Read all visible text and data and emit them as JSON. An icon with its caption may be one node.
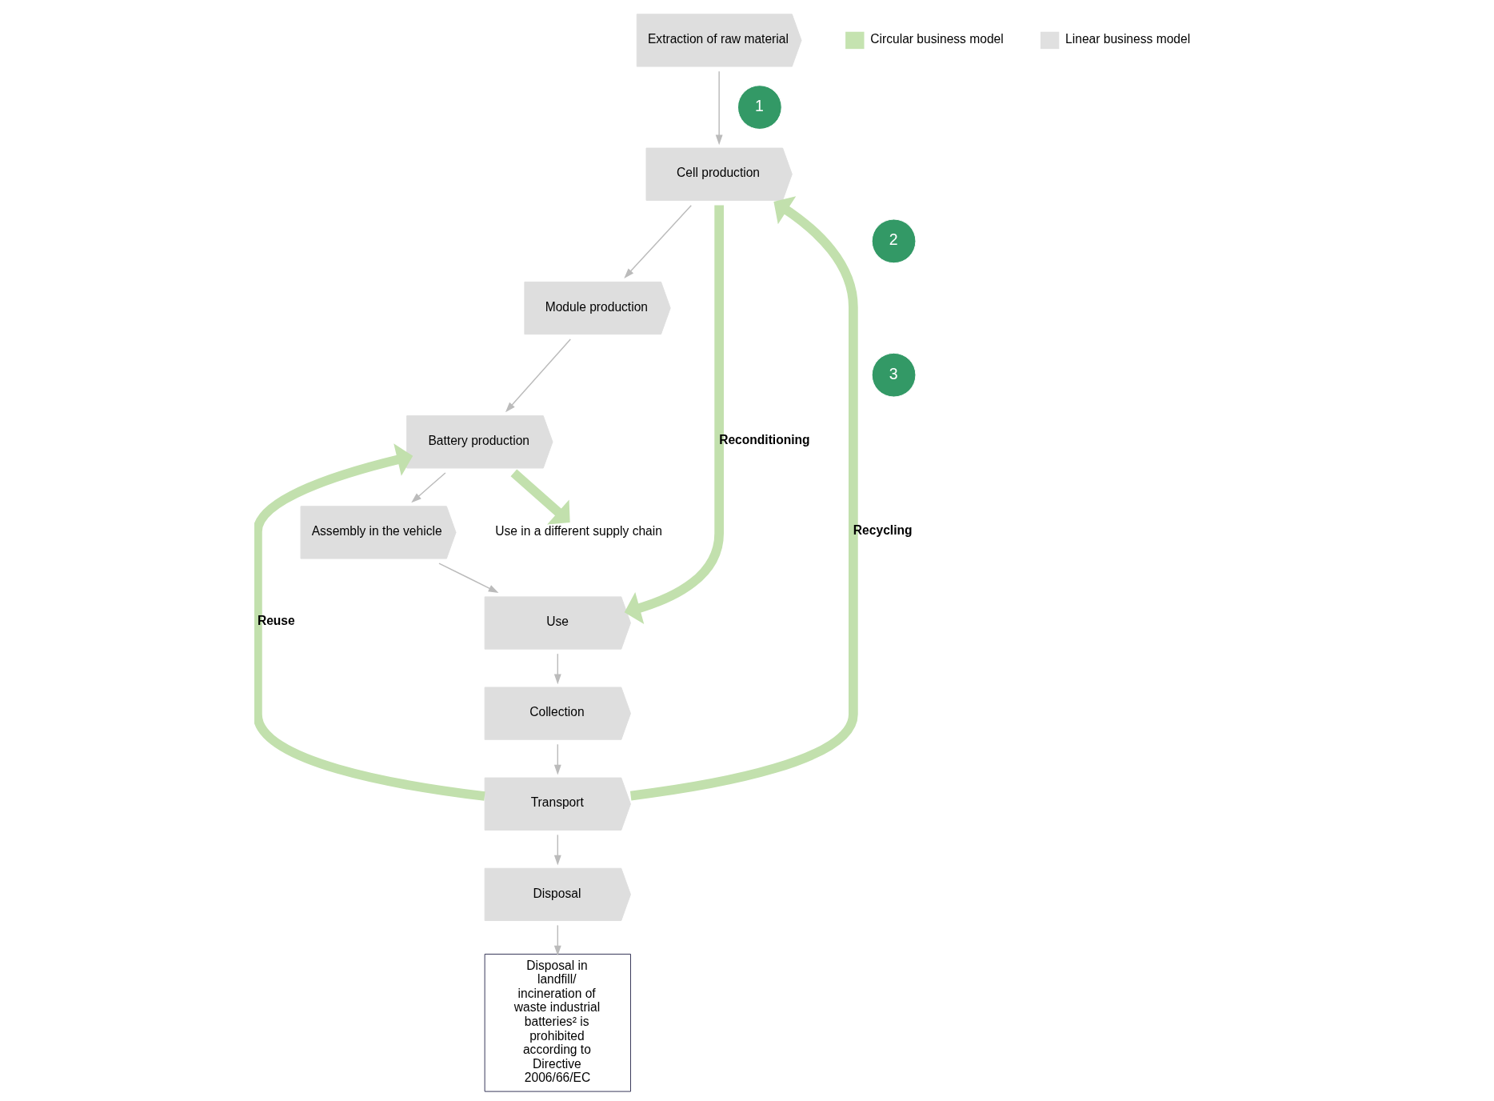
{
  "diagram": {
    "nodes": [
      {
        "text": [
          "Extraction of raw material"
        ]
      },
      {
        "text": [
          "Cell production"
        ]
      },
      {
        "text": [
          "Module production"
        ]
      },
      {
        "text": [
          "Battery production"
        ]
      },
      {
        "text": [
          "Assembly in the vehicle"
        ]
      },
      {
        "text": [
          "Use"
        ]
      },
      {
        "text": [
          "Collection"
        ]
      },
      {
        "text": [
          "Transport"
        ]
      },
      {
        "text": [
          "Disposal"
        ]
      },
      {
        "text": [
          "Disposal in landfill/ incineration of waste industrial batteries² is prohibited according to Directive 2006/66/EC"
        ]
      },
      {
        "text": [
          "1"
        ]
      },
      {
        "text": [
          "2"
        ]
      },
      {
        "text": [
          "3"
        ]
      },
      {
        "text": [
          "Use in a different supply chain"
        ]
      }
    ],
    "edges": [
      {
        "from": 0,
        "to": 1,
        "arrow": "to"
      },
      {
        "from": 1,
        "to": 2,
        "arrow": "to"
      },
      {
        "from": 2,
        "to": 3,
        "arrow": "to"
      },
      {
        "from": 3,
        "to": 4,
        "arrow": "to"
      },
      {
        "from": 4,
        "to": 5,
        "arrow": "to"
      },
      {
        "from": 5,
        "to": 6,
        "arrow": "to"
      },
      {
        "from": 6,
        "to": 7,
        "arrow": "to"
      },
      {
        "from": 7,
        "to": 8,
        "arrow": "to"
      },
      {
        "from": 8,
        "to": 9,
        "arrow": "to"
      },
      {
        "from": 7,
        "to": 1,
        "arrow": "to",
        "label": "Recycling",
        "style": "thick",
        "color": "#c2e0ad"
      },
      {
        "from": 7,
        "to": 3,
        "arrow": "to",
        "label": "Reuse",
        "style": "thick",
        "color": "#c2e0ad"
      },
      {
        "from": 1,
        "to": 5,
        "arrow": "to",
        "label": "Reconditioning",
        "style": "thick",
        "color": "#c2e0ad"
      },
      {
        "from": 3,
        "to": 13,
        "arrow": "to",
        "style": "thick",
        "color": "#c2e0ad"
      }
    ],
    "legend": [
      {
        "text": "Circular business model",
        "color": "#c5e3b0"
      },
      {
        "text": "Linear business model",
        "color": "#e0e0e0"
      }
    ]
  }
}
